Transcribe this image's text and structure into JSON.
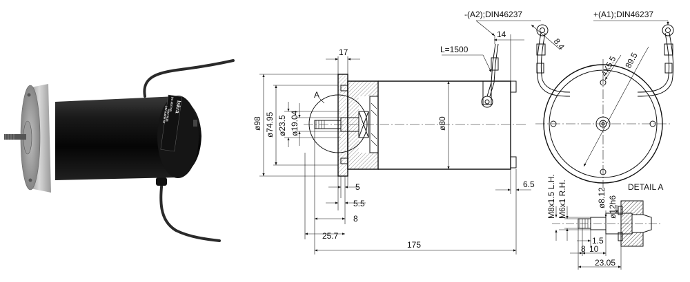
{
  "photo": {
    "label_brand": "Iskra",
    "label_line1": "DC MOTOR",
    "label_line2": "AMJ 5018",
    "label_line3": "24V 0.8kW S2"
  },
  "side_view": {
    "terminal_neg": "-(A2);DIN46237",
    "terminal_pos": "+(A1);DIN46237",
    "cable_length": "L=1500",
    "dim_17": "17",
    "dim_14": "14",
    "dim_d98": "ø98",
    "dim_d7495": "ø74.95",
    "dim_d235": "ø23.5",
    "dim_d1904": "ø19.04",
    "detail_marker": "A",
    "dim_d80": "ø80",
    "dim_5": "5",
    "dim_55": "5.5",
    "dim_8": "8",
    "dim_257": "25.7",
    "dim_175": "175",
    "dim_65": "6.5"
  },
  "end_view": {
    "dim_84": "8.4",
    "dim_holes": "4X5.5",
    "dim_895": "89.5"
  },
  "detail": {
    "title": "DETAIL A",
    "thread_lh": "M8x1.5 L.H.",
    "thread_rh": "M6x1 R.H.",
    "dim_d812": "ø8.12",
    "dim_d12h6": "ø12h6",
    "dim_15": "1.5",
    "dim_8": "8",
    "dim_10": "10",
    "dim_2305": "23.05"
  }
}
